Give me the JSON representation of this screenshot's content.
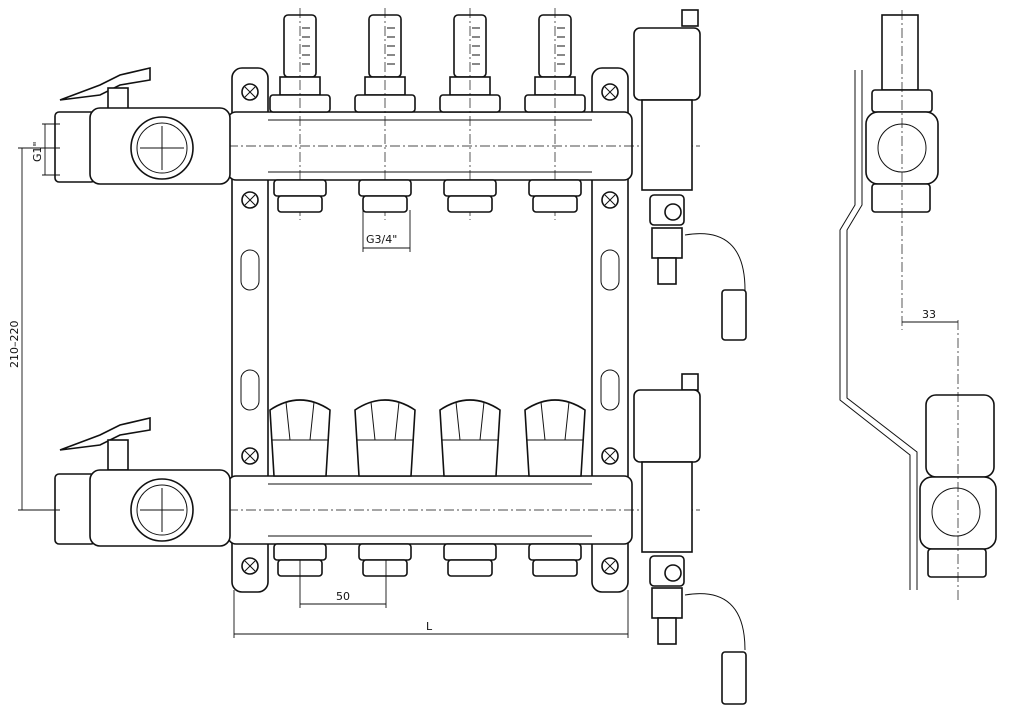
{
  "dimensions": {
    "inlet_thread": "G1\"",
    "header_spacing": "210–220",
    "outlet_thread": "G3/4\"",
    "outlet_pitch": "50",
    "overall_length": "L",
    "side_offset": "33"
  },
  "outlets_per_header": 4
}
